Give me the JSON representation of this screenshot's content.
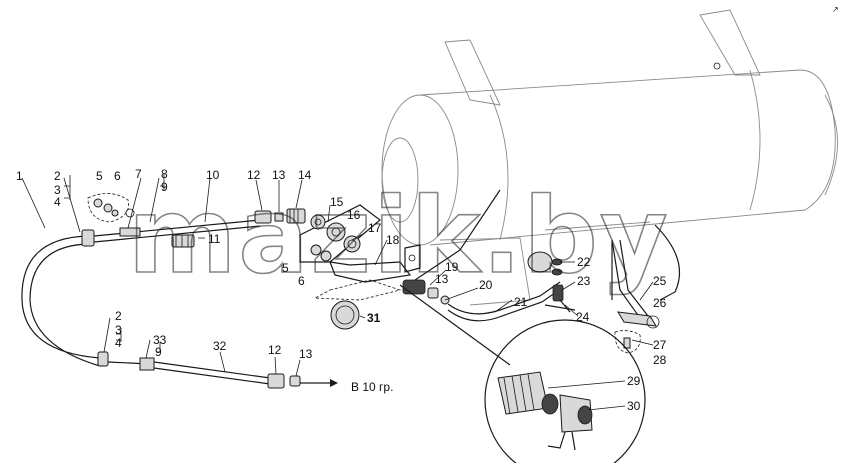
{
  "watermark": "mazik.by",
  "corner_mark": "↗",
  "direction_note": "В 10 гр.",
  "callouts": [
    "1",
    "2",
    "3",
    "4",
    "5",
    "6",
    "7",
    "8",
    "9",
    "10",
    "11",
    "12",
    "13",
    "14",
    "15",
    "16",
    "17",
    "18",
    "19",
    "20",
    "21",
    "22",
    "23",
    "24",
    "25",
    "26",
    "27",
    "28",
    "29",
    "30",
    "31",
    "32",
    "33"
  ],
  "callout_dupes": {
    "second_2": "2",
    "second_3": "3",
    "second_4": "4",
    "second_5": "5",
    "second_6": "6",
    "second_9": "9",
    "second_12": "12",
    "second_13": "13",
    "third_13": "13"
  }
}
